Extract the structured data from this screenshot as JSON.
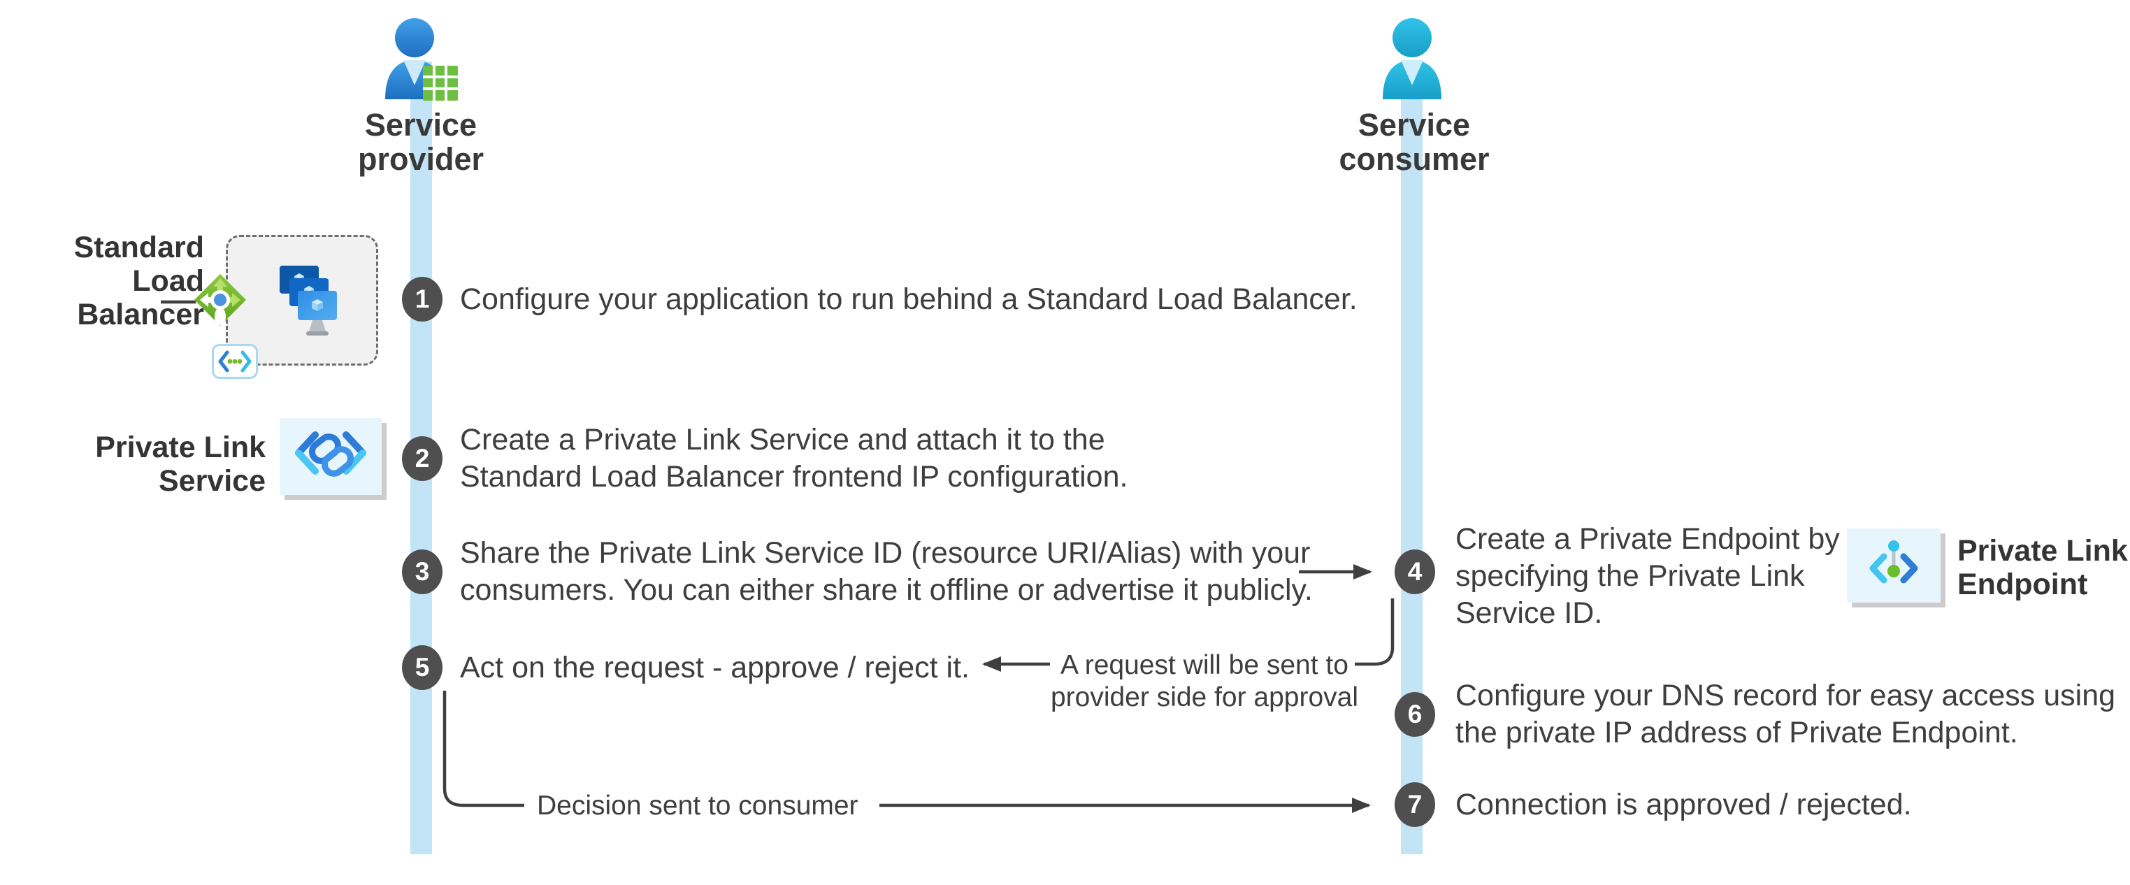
{
  "actors": {
    "provider": {
      "line1": "Service",
      "line2": "provider"
    },
    "consumer": {
      "line1": "Service",
      "line2": "consumer"
    }
  },
  "labels": {
    "standard_load_balancer": {
      "line1": "Standard Load",
      "line2": "Balancer"
    },
    "private_link_service": {
      "line1": "Private Link",
      "line2": "Service"
    },
    "private_link_endpoint": {
      "line1": "Private Link",
      "line2": "Endpoint"
    }
  },
  "steps": [
    {
      "num": "1",
      "lines": [
        "Configure your application to run behind a Standard Load Balancer."
      ]
    },
    {
      "num": "2",
      "lines": [
        "Create a Private Link Service and attach it to the",
        "Standard Load Balancer frontend IP configuration."
      ]
    },
    {
      "num": "3",
      "lines": [
        "Share the Private Link Service ID (resource URI/Alias) with your",
        "consumers. You can either share it offline or advertise it publicly."
      ]
    },
    {
      "num": "4",
      "lines": [
        "Create a Private Endpoint by",
        "specifying the Private Link",
        "Service ID."
      ]
    },
    {
      "num": "5",
      "lines": [
        "Act on the request - approve / reject it."
      ]
    },
    {
      "num": "6",
      "lines": [
        "Configure your DNS record for easy access using",
        "the private IP address of Private Endpoint."
      ]
    },
    {
      "num": "7",
      "lines": [
        "Connection is approved / rejected."
      ]
    }
  ],
  "annotations": {
    "request_note": {
      "line1": "A request will be sent to",
      "line2": "provider side for approval"
    },
    "decision_note": "Decision sent to consumer"
  },
  "icons": {
    "provider_persona": "person-with-app-grid-icon",
    "consumer_persona": "person-icon",
    "load_balancer": "load-balancer-diamond-icon",
    "vm_stack": "virtual-machines-icon",
    "virtual_network": "virtual-network-icon",
    "private_link_service": "private-link-service-icon",
    "private_endpoint": "private-endpoint-icon"
  },
  "colors": {
    "lifeline": "#c2e4f6",
    "step_circle": "#4f4f4f",
    "text": "#3e3e3e",
    "bold_label": "#343434",
    "connector": "#3f3f3f",
    "persona_provider_top": "#41a0e8",
    "persona_provider_bottom": "#1d6fc0",
    "persona_consumer_top": "#31c3e8",
    "persona_consumer_bottom": "#189ec8",
    "grid_green": "#6fbe44",
    "lb_green_light": "#8dc63f",
    "lb_green_dark": "#5fa61e",
    "icon_card_bg": "#e7f5fc",
    "chevron_blue": "#2e7cd6",
    "chevron_cyan": "#4ac6f2",
    "dot_green": "#6cbe28"
  }
}
